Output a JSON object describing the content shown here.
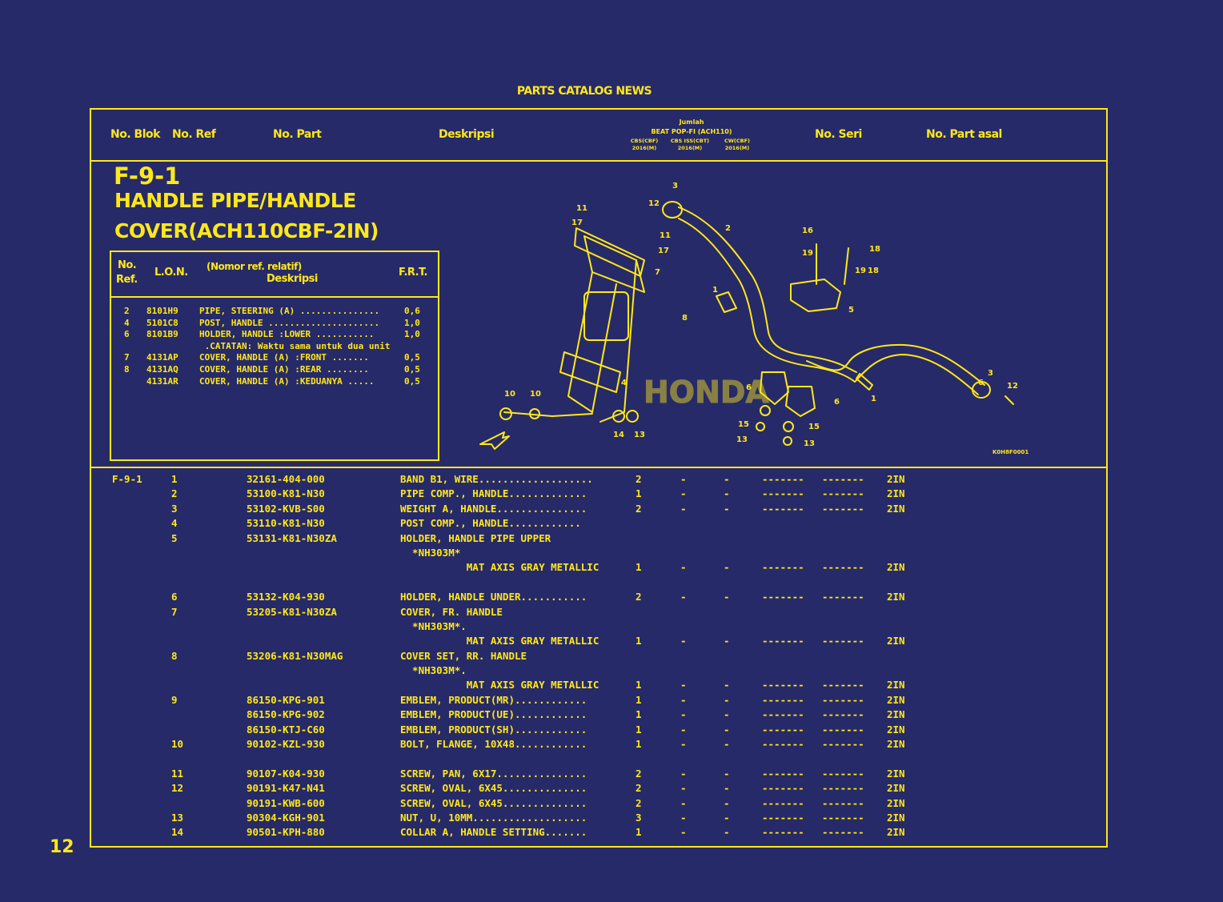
{
  "catalog_title": "PARTS CATALOG NEWS",
  "columns": {
    "blok": "No. Blok",
    "ref": "No. Ref",
    "part": "No. Part",
    "desc": "Deskripsi",
    "jumlah": "Jumlah",
    "model": "BEAT POP-FI (ACH110)",
    "variants": [
      "CBS(CBF) 2016(M)",
      "CBS ISS(CBT) 2016(M)",
      "CW(CBF) 2016(M)"
    ],
    "seri": "No. Seri",
    "asal": "No. Part asal"
  },
  "section": {
    "id": "F-9-1",
    "title_line1": "HANDLE PIPE/HANDLE",
    "title_line2": "COVER(ACH110CBF-2IN)"
  },
  "lon_table": {
    "head_no": "No.",
    "head_ref": "Ref.",
    "head_lon": "L.O.N.",
    "head_nomor": "(Nomor ref. relatif)",
    "head_desc": "Deskripsi",
    "head_frt": "F.R.T.",
    "rows": [
      {
        "ref": "2",
        "lon": "8101H9",
        "desc": "PIPE, STEERING (A) ...............",
        "frt": "0,6"
      },
      {
        "ref": "4",
        "lon": "5101C8",
        "desc": "POST, HANDLE .....................",
        "frt": "1,0"
      },
      {
        "ref": "6",
        "lon": "8101B9",
        "desc": "HOLDER, HANDLE :LOWER ...........",
        "frt": "1,0"
      },
      {
        "ref": "",
        "lon": "",
        "desc": " .CATATAN: Waktu sama untuk dua unit",
        "frt": ""
      },
      {
        "ref": "7",
        "lon": "4131AP",
        "desc": "COVER, HANDLE (A) :FRONT .......",
        "frt": "0,5"
      },
      {
        "ref": "8",
        "lon": "4131AQ",
        "desc": "COVER, HANDLE (A) :REAR ........",
        "frt": "0,5"
      },
      {
        "ref": "",
        "lon": "4131AR",
        "desc": "COVER, HANDLE (A) :KEDUANYA .....",
        "frt": "0,5"
      }
    ]
  },
  "diagram": {
    "code": "K0H8F0001",
    "brand": "HONDA",
    "callouts": [
      "1",
      "1",
      "2",
      "3",
      "3",
      "4",
      "5",
      "6",
      "6",
      "6",
      "7",
      "8",
      "10",
      "10",
      "11",
      "11",
      "12",
      "12",
      "13",
      "13",
      "13",
      "14",
      "15",
      "15",
      "16",
      "17",
      "17",
      "18",
      "18",
      "19",
      "19"
    ]
  },
  "parts": [
    {
      "blok": "F-9-1",
      "ref": "1",
      "part": "32161-404-000",
      "desc": "BAND B1, WIRE...................",
      "qty": [
        "2",
        "-",
        "-"
      ],
      "seri": [
        "-------",
        "-------"
      ],
      "asal": "2IN"
    },
    {
      "blok": "",
      "ref": "2",
      "part": "53100-K81-N30",
      "desc": "PIPE COMP., HANDLE.............",
      "qty": [
        "1",
        "-",
        "-"
      ],
      "seri": [
        "-------",
        "-------"
      ],
      "asal": "2IN"
    },
    {
      "blok": "",
      "ref": "3",
      "part": "53102-KVB-S00",
      "desc": "WEIGHT A, HANDLE...............",
      "qty": [
        "2",
        "-",
        "-"
      ],
      "seri": [
        "-------",
        "-------"
      ],
      "asal": "2IN"
    },
    {
      "blok": "",
      "ref": "4",
      "part": "53110-K81-N30",
      "desc": "POST COMP., HANDLE............",
      "qty": [
        "",
        "",
        ""
      ],
      "seri": [
        "",
        ""
      ],
      "asal": ""
    },
    {
      "blok": "",
      "ref": "5",
      "part": "53131-K81-N30ZA",
      "desc": "HOLDER, HANDLE PIPE UPPER",
      "qty": [
        "",
        "",
        ""
      ],
      "seri": [
        "",
        ""
      ],
      "asal": ""
    },
    {
      "blok": "",
      "ref": "",
      "part": "",
      "desc": "  *NH303M*",
      "qty": [
        "",
        "",
        ""
      ],
      "seri": [
        "",
        ""
      ],
      "asal": ""
    },
    {
      "blok": "",
      "ref": "",
      "part": "",
      "desc": "           MAT AXIS GRAY METALLIC",
      "qty": [
        "1",
        "-",
        "-"
      ],
      "seri": [
        "-------",
        "-------"
      ],
      "asal": "2IN"
    },
    {
      "blok": "",
      "ref": "",
      "part": "",
      "desc": "",
      "qty": [
        "",
        "",
        ""
      ],
      "seri": [
        "",
        ""
      ],
      "asal": ""
    },
    {
      "blok": "",
      "ref": "6",
      "part": "53132-K04-930",
      "desc": "HOLDER, HANDLE UNDER...........",
      "qty": [
        "2",
        "-",
        "-"
      ],
      "seri": [
        "-------",
        "-------"
      ],
      "asal": "2IN"
    },
    {
      "blok": "",
      "ref": "7",
      "part": "53205-K81-N30ZA",
      "desc": "COVER, FR. HANDLE",
      "qty": [
        "",
        "",
        ""
      ],
      "seri": [
        "",
        ""
      ],
      "asal": ""
    },
    {
      "blok": "",
      "ref": "",
      "part": "",
      "desc": "  *NH303M*.",
      "qty": [
        "",
        "",
        ""
      ],
      "seri": [
        "",
        ""
      ],
      "asal": ""
    },
    {
      "blok": "",
      "ref": "",
      "part": "",
      "desc": "           MAT AXIS GRAY METALLIC",
      "qty": [
        "1",
        "-",
        "-"
      ],
      "seri": [
        "-------",
        "-------"
      ],
      "asal": "2IN"
    },
    {
      "blok": "",
      "ref": "8",
      "part": "53206-K81-N30MAG",
      "desc": "COVER SET, RR. HANDLE",
      "qty": [
        "",
        "",
        ""
      ],
      "seri": [
        "",
        ""
      ],
      "asal": ""
    },
    {
      "blok": "",
      "ref": "",
      "part": "",
      "desc": "  *NH303M*.",
      "qty": [
        "",
        "",
        ""
      ],
      "seri": [
        "",
        ""
      ],
      "asal": ""
    },
    {
      "blok": "",
      "ref": "",
      "part": "",
      "desc": "           MAT AXIS GRAY METALLIC",
      "qty": [
        "1",
        "-",
        "-"
      ],
      "seri": [
        "-------",
        "-------"
      ],
      "asal": "2IN"
    },
    {
      "blok": "",
      "ref": "9",
      "part": "86150-KPG-901",
      "desc": "EMBLEM, PRODUCT(MR)............",
      "qty": [
        "1",
        "-",
        "-"
      ],
      "seri": [
        "-------",
        "-------"
      ],
      "asal": "2IN"
    },
    {
      "blok": "",
      "ref": "",
      "part": "86150-KPG-902",
      "desc": "EMBLEM, PRODUCT(UE)............",
      "qty": [
        "1",
        "-",
        "-"
      ],
      "seri": [
        "-------",
        "-------"
      ],
      "asal": "2IN"
    },
    {
      "blok": "",
      "ref": "",
      "part": "86150-KTJ-C60",
      "desc": "EMBLEM, PRODUCT(SH)............",
      "qty": [
        "1",
        "-",
        "-"
      ],
      "seri": [
        "-------",
        "-------"
      ],
      "asal": "2IN"
    },
    {
      "blok": "",
      "ref": "10",
      "part": "90102-KZL-930",
      "desc": "BOLT, FLANGE, 10X48............",
      "qty": [
        "1",
        "-",
        "-"
      ],
      "seri": [
        "-------",
        "-------"
      ],
      "asal": "2IN"
    },
    {
      "blok": "",
      "ref": "",
      "part": "",
      "desc": "",
      "qty": [
        "",
        "",
        ""
      ],
      "seri": [
        "",
        ""
      ],
      "asal": ""
    },
    {
      "blok": "",
      "ref": "11",
      "part": "90107-K04-930",
      "desc": "SCREW, PAN, 6X17...............",
      "qty": [
        "2",
        "-",
        "-"
      ],
      "seri": [
        "-------",
        "-------"
      ],
      "asal": "2IN"
    },
    {
      "blok": "",
      "ref": "12",
      "part": "90191-K47-N41",
      "desc": "SCREW, OVAL, 6X45..............",
      "qty": [
        "2",
        "-",
        "-"
      ],
      "seri": [
        "-------",
        "-------"
      ],
      "asal": "2IN"
    },
    {
      "blok": "",
      "ref": "",
      "part": "90191-KWB-600",
      "desc": "SCREW, OVAL, 6X45..............",
      "qty": [
        "2",
        "-",
        "-"
      ],
      "seri": [
        "-------",
        "-------"
      ],
      "asal": "2IN"
    },
    {
      "blok": "",
      "ref": "13",
      "part": "90304-KGH-901",
      "desc": "NUT, U, 10MM...................",
      "qty": [
        "3",
        "-",
        "-"
      ],
      "seri": [
        "-------",
        "-------"
      ],
      "asal": "2IN"
    },
    {
      "blok": "",
      "ref": "14",
      "part": "90501-KPH-880",
      "desc": "COLLAR A, HANDLE SETTING.......",
      "qty": [
        "1",
        "-",
        "-"
      ],
      "seri": [
        "-------",
        "-------"
      ],
      "asal": "2IN"
    }
  ],
  "page_number": "12",
  "colors": {
    "background": "#272a68",
    "ink": "#ffe81a"
  }
}
